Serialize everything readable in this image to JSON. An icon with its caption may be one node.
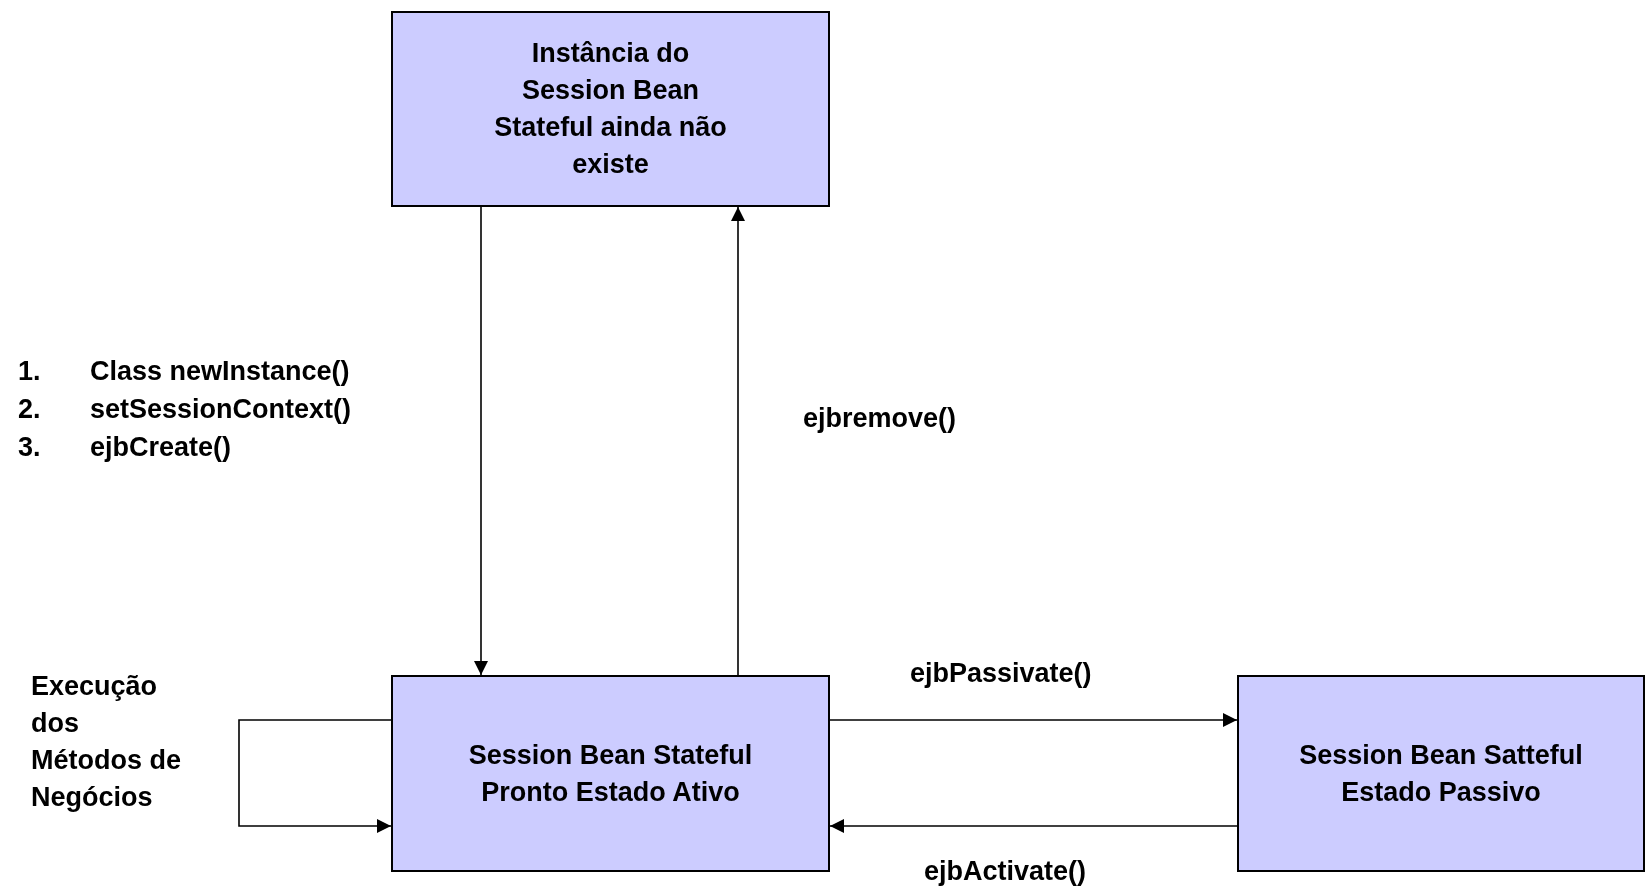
{
  "diagram": {
    "nodes": [
      {
        "text": [
          "Instância do Session Bean Stateful ainda não existe"
        ]
      },
      {
        "text": [
          "Session Bean Stateful Pronto Estado Ativo"
        ]
      },
      {
        "text": [
          "Session Bean Satteful Estado Passivo"
        ]
      }
    ],
    "edges": [
      {
        "from": 0,
        "to": 1,
        "arrow": "to"
      },
      {
        "from": 1,
        "to": 0,
        "arrow": "to",
        "label": "ejbremove()"
      },
      {
        "from": 1,
        "to": 2,
        "arrow": "to",
        "label": "ejbPassivate()"
      },
      {
        "from": 2,
        "to": 1,
        "arrow": "to",
        "label": "ejbActivate()"
      },
      {
        "from": 1,
        "to": 1,
        "arrow": "to",
        "label": "Execução dos Métodos de Negócios"
      }
    ],
    "labels": [
      "1.",
      "Class newInstance()",
      "2.",
      "setSessionContext()",
      "3.",
      "ejbCreate()"
    ]
  }
}
